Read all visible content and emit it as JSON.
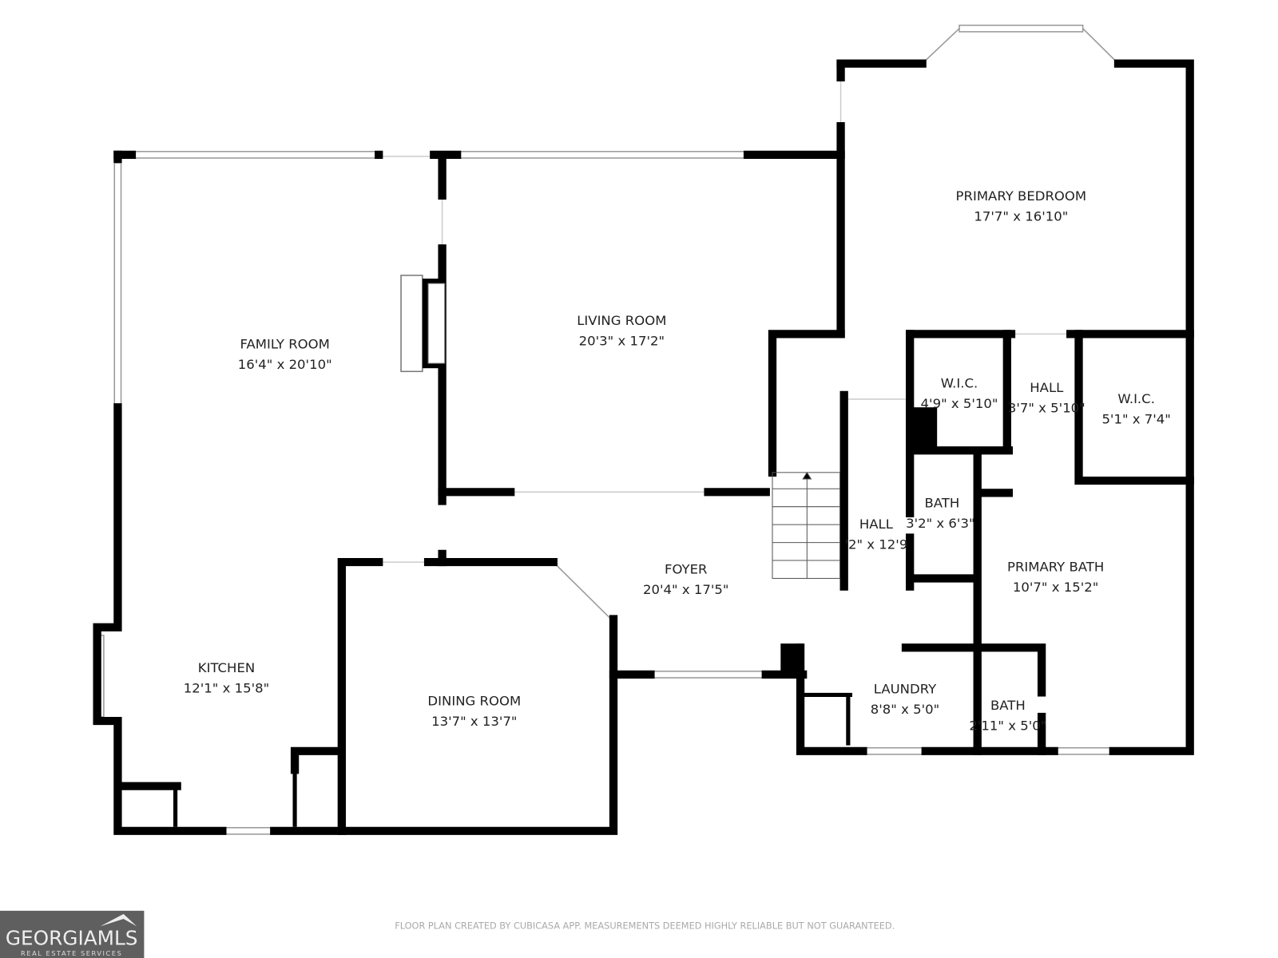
{
  "rooms": [
    {
      "name": "FAMILY ROOM",
      "size": "16'4\" x 20'10\""
    },
    {
      "name": "LIVING ROOM",
      "size": "20'3\" x 17'2\""
    },
    {
      "name": "PRIMARY BEDROOM",
      "size": "17'7\" x 16'10\""
    },
    {
      "name": "W.I.C.",
      "size": "4'9\" x 5'10\""
    },
    {
      "name": "HALL",
      "size": "3'7\" x 5'10\""
    },
    {
      "name": "W.I.C.",
      "size": "5'1\" x 7'4\""
    },
    {
      "name": "BATH",
      "size": "3'2\" x 6'3\""
    },
    {
      "name": "HALL",
      "size": "'2\" x 12'9"
    },
    {
      "name": "PRIMARY BATH",
      "size": "10'7\" x 15'2\""
    },
    {
      "name": "FOYER",
      "size": "20'4\" x 17'5\""
    },
    {
      "name": "KITCHEN",
      "size": "12'1\" x 15'8\""
    },
    {
      "name": "DINING ROOM",
      "size": "13'7\" x 13'7\""
    },
    {
      "name": "LAUNDRY",
      "size": "8'8\" x 5'0\""
    },
    {
      "name": "BATH",
      "size": "2'11\" x 5'0\""
    }
  ],
  "footer": {
    "disclaimer": "FLOOR PLAN CREATED BY CUBICASA APP. MEASUREMENTS DEEMED HIGHLY RELIABLE BUT NOT GUARANTEED."
  },
  "logo": {
    "text": "GEORGIAMLS",
    "tagline": "REAL ESTATE SERVICES"
  },
  "colors": {
    "wall": "#000000",
    "logo_bg": "#5f5f5f"
  }
}
